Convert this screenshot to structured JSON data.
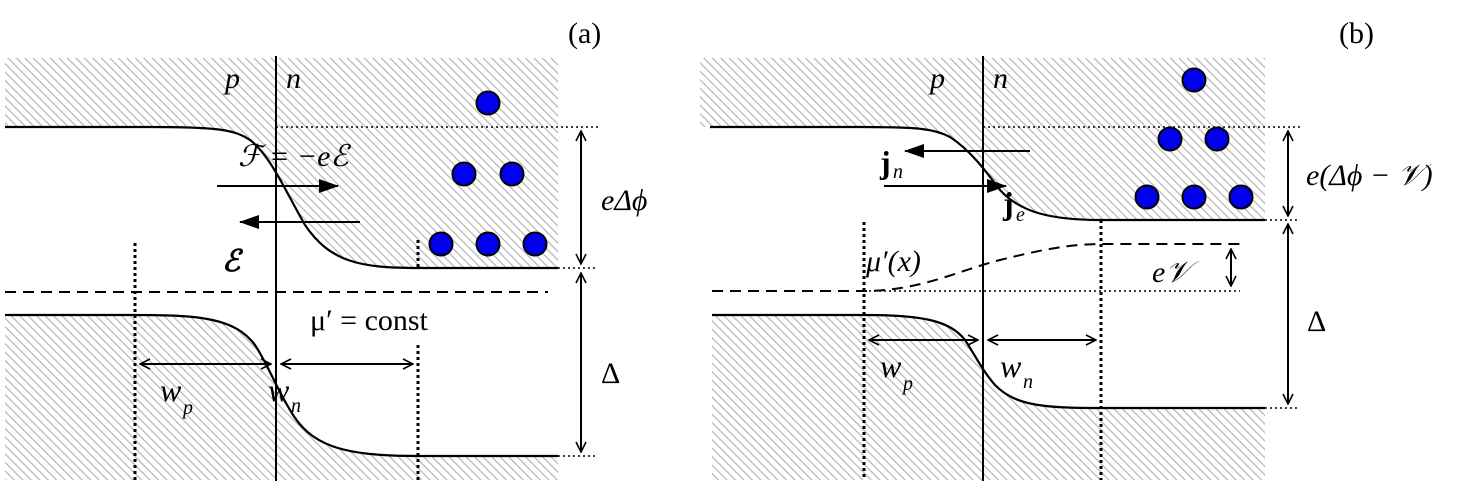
{
  "panels": [
    {
      "id": "a",
      "label": "(a)",
      "region_p": "p",
      "region_n": "n",
      "force_label": "ℱ = −eℰ",
      "field_label": "ℰ",
      "barrier_label": "eΔϕ",
      "gap_label": "Δ",
      "fermi_label": "μ′ = const",
      "wp_label": "w",
      "wp_sub": "p",
      "wn_label": "w",
      "wn_sub": "n",
      "electron_count": 6
    },
    {
      "id": "b",
      "label": "(b)",
      "region_p": "p",
      "region_n": "n",
      "jn_label": "j",
      "jn_sub": "n",
      "je_label": "j",
      "je_sub": "e",
      "barrier_label": "e(Δϕ − 𝒱)",
      "gap_label": "Δ",
      "fermi_label": "μ′(x)",
      "bias_label": "e𝒱",
      "wp_label": "w",
      "wp_sub": "p",
      "wn_label": "w",
      "wn_sub": "n",
      "electron_count": 6
    }
  ],
  "colors": {
    "electron": "#0000ee",
    "hatch": "#b4b4b4",
    "line": "#000000"
  }
}
